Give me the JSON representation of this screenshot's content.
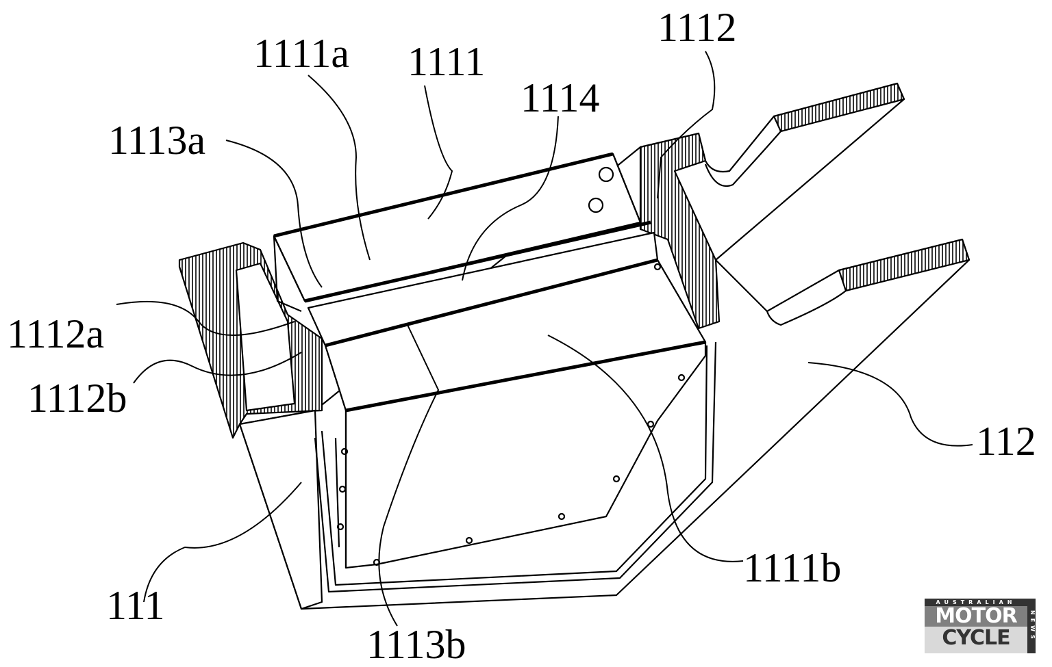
{
  "figure": {
    "labels": {
      "l1111a": "1111a",
      "l1111": "1111",
      "l1112": "1112",
      "l1114": "1114",
      "l1113a": "1113a",
      "l1112a": "1112a",
      "l1112b": "1112b",
      "l112": "112",
      "l111": "111",
      "l1111b": "1111b",
      "l1113b": "1113b"
    }
  },
  "watermark": {
    "top": "AUSTRALIAN",
    "motor": "MOTOR",
    "cycle": "CYCLE",
    "side": "NEWS"
  }
}
